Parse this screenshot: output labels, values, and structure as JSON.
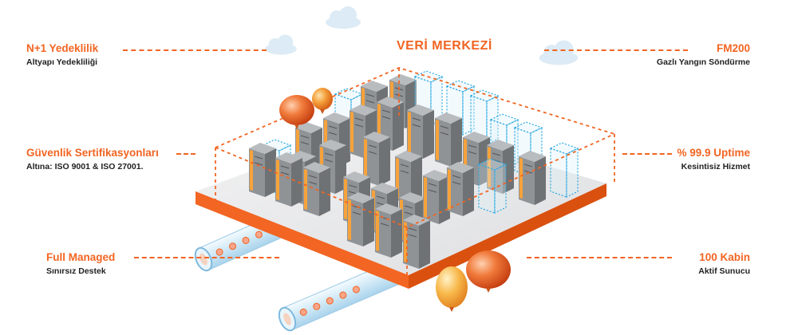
{
  "diagram": {
    "title": "VERİ MERKEZİ",
    "features": [
      {
        "id": "redundancy",
        "title": "N+1 Yedeklilik",
        "subtitle": "Altyapı Yedekliliği",
        "side": "left"
      },
      {
        "id": "certs",
        "title": "Güvenlik Sertifikasyonları",
        "subtitle": "Altına: ISO 9001 & ISO 27001.",
        "side": "left"
      },
      {
        "id": "managed",
        "title": "Full Managed",
        "subtitle": "Sınırsız Destek",
        "side": "left"
      },
      {
        "id": "fire",
        "title": "FM200",
        "subtitle": "Gazlı Yangın Söndürme",
        "side": "right"
      },
      {
        "id": "uptime",
        "title": "% 99.9 Uptime",
        "subtitle": "Kesintisiz Hizmet",
        "side": "right"
      },
      {
        "id": "cabins",
        "title": "100 Kabin",
        "subtitle": "Aktif Sunucu",
        "side": "right"
      }
    ]
  },
  "colors": {
    "accent": "#f26522",
    "text_dark": "#222222",
    "rack_body": "#8f9396",
    "rack_top": "#b9bcbf",
    "rack_side": "#6e7275",
    "rack_trim": "#f7a23b",
    "glass_rack": "#29a8e0",
    "floor_top": "#e9e9ea",
    "floor_edge": "#f26522",
    "pipe": "#cde8f7",
    "cloud": "#dcebf5"
  },
  "icons": [
    "cloud-icon",
    "balloon-icon",
    "server-rack-icon",
    "cable-pipe-icon"
  ]
}
